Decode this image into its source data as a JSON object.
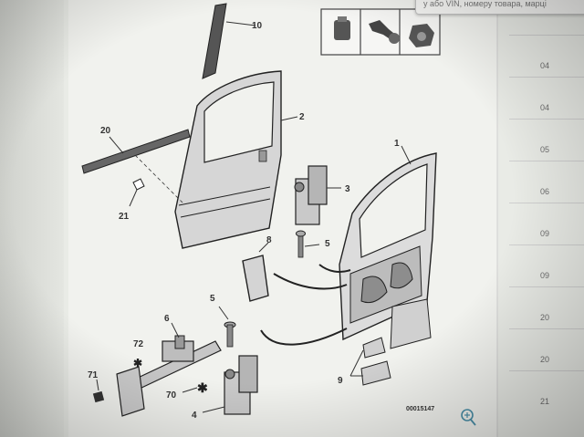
{
  "header": {
    "search_placeholder": "у або VIN, номеру товара, марці"
  },
  "diagram": {
    "callouts": [
      "10",
      "2",
      "20",
      "21",
      "1",
      "3",
      "5",
      "8",
      "5",
      "6",
      "72",
      "71",
      "70",
      "4",
      "9"
    ],
    "drawing_code": "00015147",
    "zoom_icon": "zoom-in-icon"
  },
  "side_table": {
    "rows": [
      "04",
      "04",
      "05",
      "06",
      "09",
      "09",
      "20",
      "20",
      "21"
    ]
  },
  "colors": {
    "line": "#333333",
    "part_fill": "#c9c9c9",
    "zoom_icon": "#4a8fa8"
  }
}
